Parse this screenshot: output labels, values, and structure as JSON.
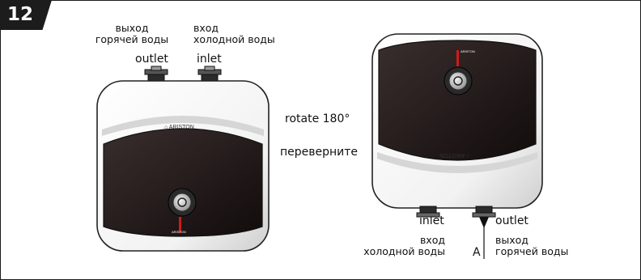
{
  "step": {
    "number": "12"
  },
  "left_heater": {
    "hot_label_ru": [
      "выход",
      "горячей воды"
    ],
    "cold_label_ru": [
      "вход",
      "холодной воды"
    ],
    "outlet_label": "outlet",
    "inlet_label": "inlet",
    "brand": "ARISTON"
  },
  "rotation": {
    "label_en": "rotate 180°",
    "label_ru": "переверните"
  },
  "right_heater": {
    "inlet_label": "inlet",
    "outlet_label": "outlet",
    "cold_label_ru": [
      "вход",
      "холодной воды"
    ],
    "hot_label_ru": [
      "выход",
      "горячей воды"
    ],
    "marker": "A",
    "brand": "ARISTON"
  },
  "colors": {
    "frame": "#1a1a1a",
    "body_white": "#ffffff",
    "body_shadow": "#cfcfcf",
    "front_panel": "#1e1414",
    "indicator": "#d11a1a"
  }
}
